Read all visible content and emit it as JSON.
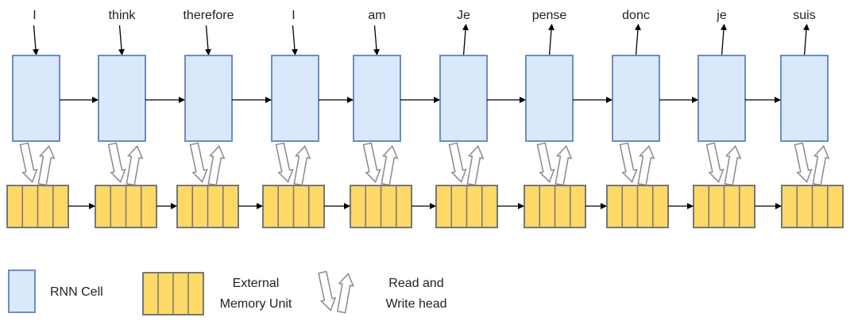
{
  "colors": {
    "rnn_fill": "#dae8fc",
    "rnn_stroke": "#6c8ebf",
    "memory_fill": "#ffd966",
    "memory_stroke": "#777777",
    "arrow": "#000000",
    "head_stroke": "#8a8a8a",
    "head_fill": "#ffffff"
  },
  "input_words": [
    "I",
    "think",
    "therefore",
    "I",
    "am"
  ],
  "output_words": [
    "Je",
    "pense",
    "donc",
    "je",
    "suis"
  ],
  "legend": {
    "rnn_cell": "RNN Cell",
    "memory_line1": "External",
    "memory_line2": "Memory Unit",
    "head_line1": "Read and",
    "head_line2": "Write head"
  }
}
